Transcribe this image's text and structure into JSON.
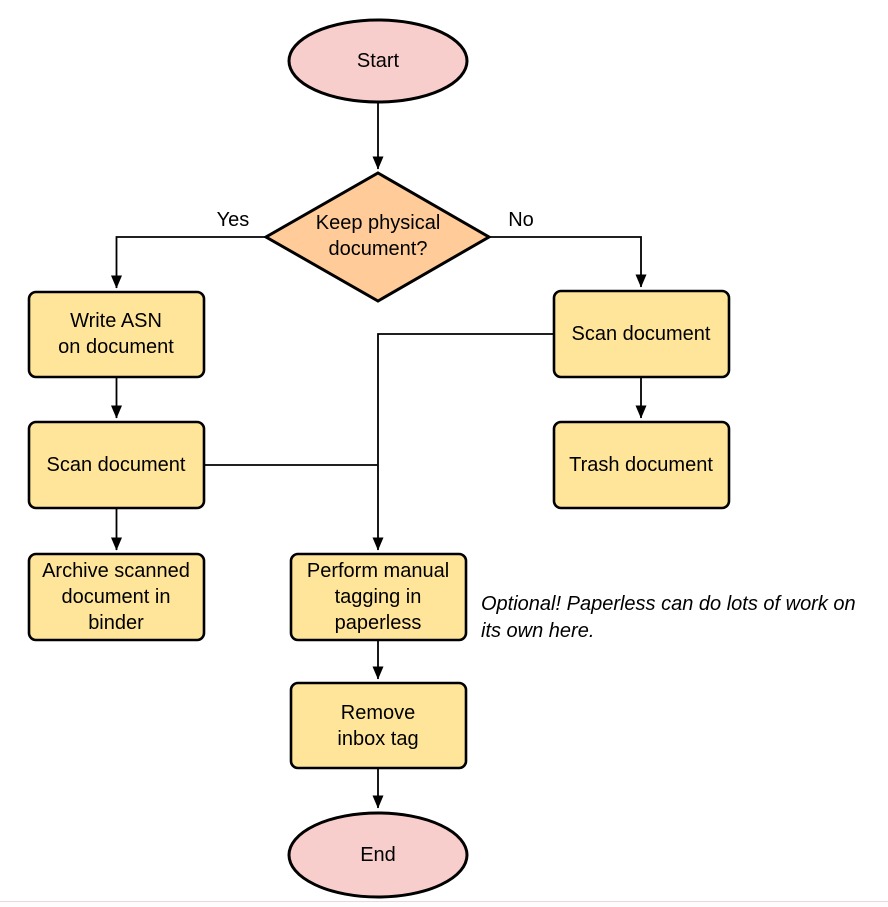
{
  "colors": {
    "terminal_fill": "#f8cecc",
    "decision_fill": "#ffcc99",
    "process_fill": "#ffe599",
    "stroke": "#000000",
    "background": "#ffffff"
  },
  "flowchart": {
    "nodes": {
      "start": {
        "label": "Start",
        "type": "terminal"
      },
      "decision": {
        "label": "Keep physical\ndocument?",
        "type": "decision"
      },
      "write_asn": {
        "label": "Write ASN\non document",
        "type": "process"
      },
      "scan_left": {
        "label": "Scan document",
        "type": "process"
      },
      "archive": {
        "label": "Archive scanned\ndocument in\nbinder",
        "type": "process"
      },
      "scan_right": {
        "label": "Scan document",
        "type": "process"
      },
      "trash": {
        "label": "Trash document",
        "type": "process"
      },
      "tagging": {
        "label": "Perform manual\ntagging in\npaperless",
        "type": "process"
      },
      "remove_inbox": {
        "label": "Remove\ninbox tag",
        "type": "process"
      },
      "end": {
        "label": "End",
        "type": "terminal"
      }
    },
    "edge_labels": {
      "yes": "Yes",
      "no": "No"
    },
    "edges": [
      {
        "from": "start",
        "to": "decision",
        "label": ""
      },
      {
        "from": "decision",
        "to": "write_asn",
        "label": "Yes"
      },
      {
        "from": "decision",
        "to": "scan_right",
        "label": "No"
      },
      {
        "from": "write_asn",
        "to": "scan_left",
        "label": ""
      },
      {
        "from": "scan_left",
        "to": "archive",
        "label": ""
      },
      {
        "from": "scan_left",
        "to": "tagging",
        "label": ""
      },
      {
        "from": "scan_right",
        "to": "trash",
        "label": ""
      },
      {
        "from": "scan_right",
        "to": "tagging",
        "label": ""
      },
      {
        "from": "tagging",
        "to": "remove_inbox",
        "label": ""
      },
      {
        "from": "remove_inbox",
        "to": "end",
        "label": ""
      }
    ],
    "annotation": "Optional! Paperless can do lots of work on\nits own here."
  }
}
